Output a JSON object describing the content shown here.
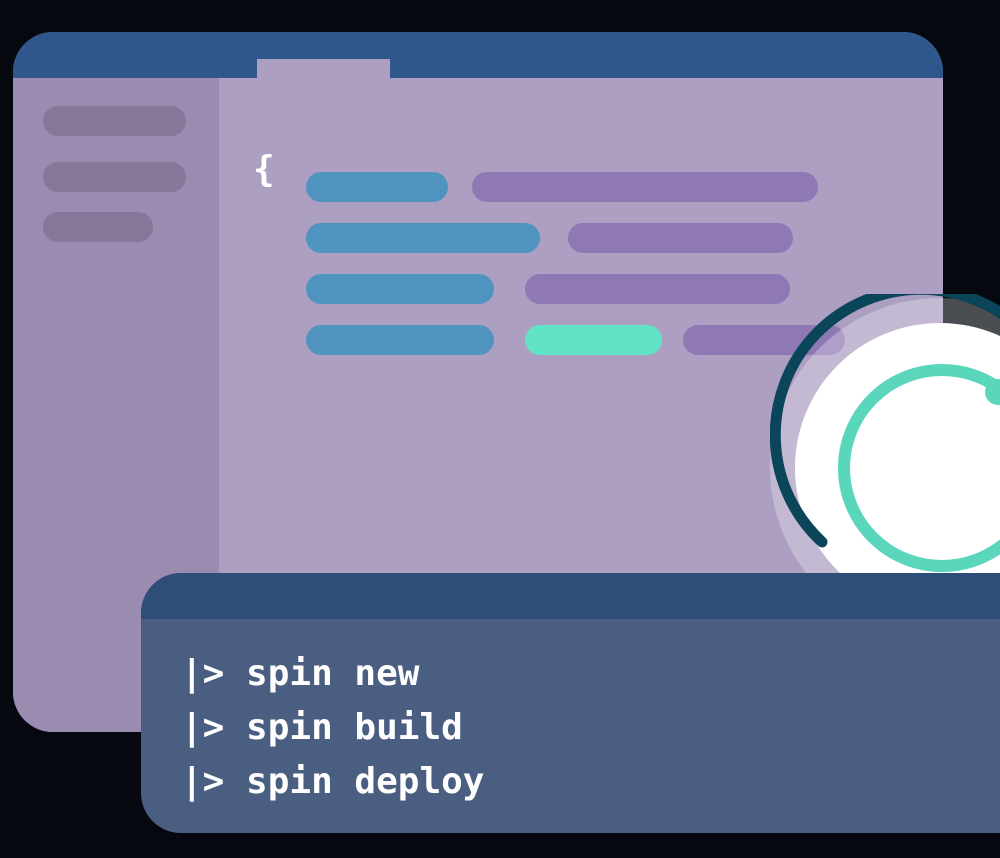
{
  "editor": {
    "brace": "{"
  },
  "terminal": {
    "lines": [
      {
        "prompt": "|>",
        "command": "spin new"
      },
      {
        "prompt": "|>",
        "command": "spin build"
      },
      {
        "prompt": "|>",
        "command": "spin deploy"
      }
    ]
  },
  "icons": {
    "logo": "spin-circle-logo-icon"
  },
  "colors": {
    "background": "#05090f",
    "titlebar": "#30578c",
    "editor_body": "#ad9fc2",
    "sidebar": "#9a8bb1",
    "key_pill": "#4f93bf",
    "value_pill": "#8f79b4",
    "accent_pill": "#62e3c6",
    "terminal_body": "#4a5e81",
    "terminal_titlebar": "#2e4d77",
    "logo_ring_dark": "#0b4559",
    "logo_ring_light": "#59d6bb"
  }
}
